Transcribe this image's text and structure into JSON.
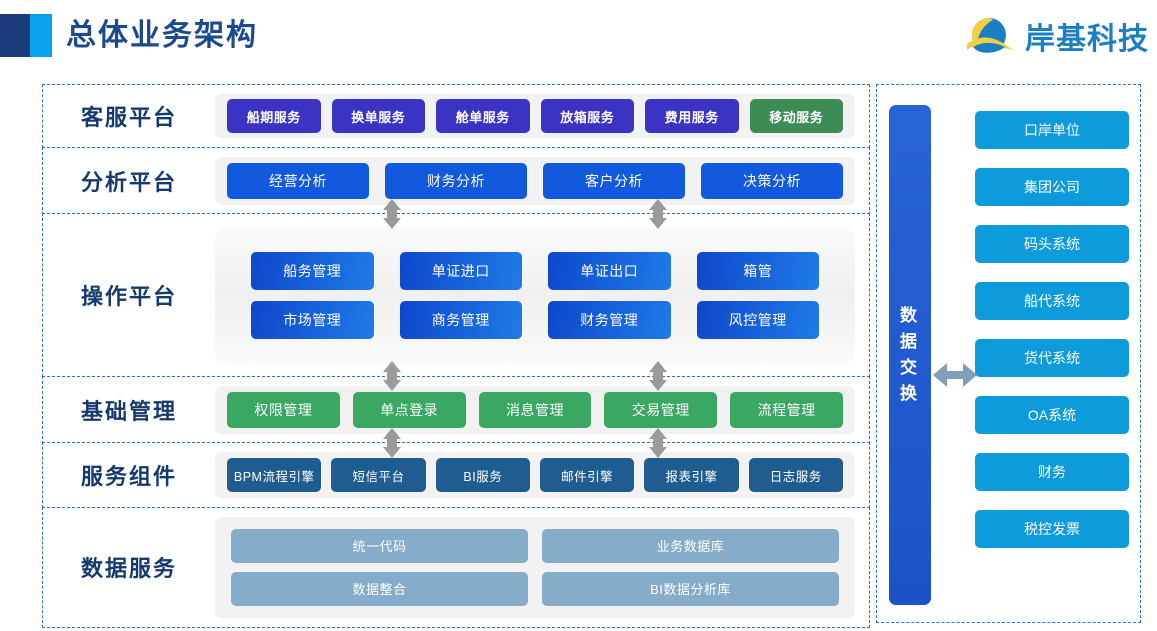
{
  "header": {
    "title": "总体业务架构",
    "logo_text": "岸基科技",
    "accent_dark": "#1b3a7a",
    "accent_light": "#09a2ed"
  },
  "layers": [
    {
      "label": "客服平台",
      "color": "#3b33c4",
      "items": [
        {
          "label": "船期服务",
          "color": "#3b33c4"
        },
        {
          "label": "换单服务",
          "color": "#3b33c4"
        },
        {
          "label": "舱单服务",
          "color": "#3b33c4"
        },
        {
          "label": "放箱服务",
          "color": "#3b33c4"
        },
        {
          "label": "费用服务",
          "color": "#3b33c4"
        },
        {
          "label": "移动服务",
          "color": "#3d8b55"
        }
      ]
    },
    {
      "label": "分析平台",
      "color": "#1259dd",
      "items": [
        {
          "label": "经营分析"
        },
        {
          "label": "财务分析"
        },
        {
          "label": "客户分析"
        },
        {
          "label": "决策分析"
        }
      ]
    },
    {
      "label": "操作平台",
      "color": "#1e7be8",
      "rows": [
        [
          {
            "label": "船务管理"
          },
          {
            "label": "单证进口"
          },
          {
            "label": "单证出口"
          },
          {
            "label": "箱管"
          }
        ],
        [
          {
            "label": "市场管理"
          },
          {
            "label": "商务管理"
          },
          {
            "label": "财务管理"
          },
          {
            "label": "风控管理"
          }
        ]
      ]
    },
    {
      "label": "基础管理",
      "color": "#3aa863",
      "items": [
        {
          "label": "权限管理"
        },
        {
          "label": "单点登录"
        },
        {
          "label": "消息管理"
        },
        {
          "label": "交易管理"
        },
        {
          "label": "流程管理"
        }
      ]
    },
    {
      "label": "服务组件",
      "color": "#1f5d91",
      "items": [
        {
          "label": "BPM流程引擎"
        },
        {
          "label": "短信平台"
        },
        {
          "label": "BI服务"
        },
        {
          "label": "邮件引擎"
        },
        {
          "label": "报表引擎"
        },
        {
          "label": "日志服务"
        }
      ]
    },
    {
      "label": "数据服务",
      "color": "#85acc8",
      "rows": [
        [
          {
            "label": "统一代码"
          },
          {
            "label": "业务数据库"
          }
        ],
        [
          {
            "label": "数据整合"
          },
          {
            "label": "BI数据分析库"
          }
        ]
      ]
    }
  ],
  "exchange": {
    "label": "数据交换",
    "chars": [
      "数",
      "据",
      "交",
      "换"
    ],
    "color": "#1b52c8"
  },
  "external_systems": {
    "color": "#0e9bdc",
    "items": [
      {
        "label": "口岸单位"
      },
      {
        "label": "集团公司"
      },
      {
        "label": "码头系统"
      },
      {
        "label": "船代系统"
      },
      {
        "label": "货代系统"
      },
      {
        "label": "OA系统"
      },
      {
        "label": "财务"
      },
      {
        "label": "税控发票"
      }
    ]
  },
  "connectors": {
    "arrow_color": "#9a9a9a",
    "exchange_arrow_color": "#7fa0b8"
  }
}
